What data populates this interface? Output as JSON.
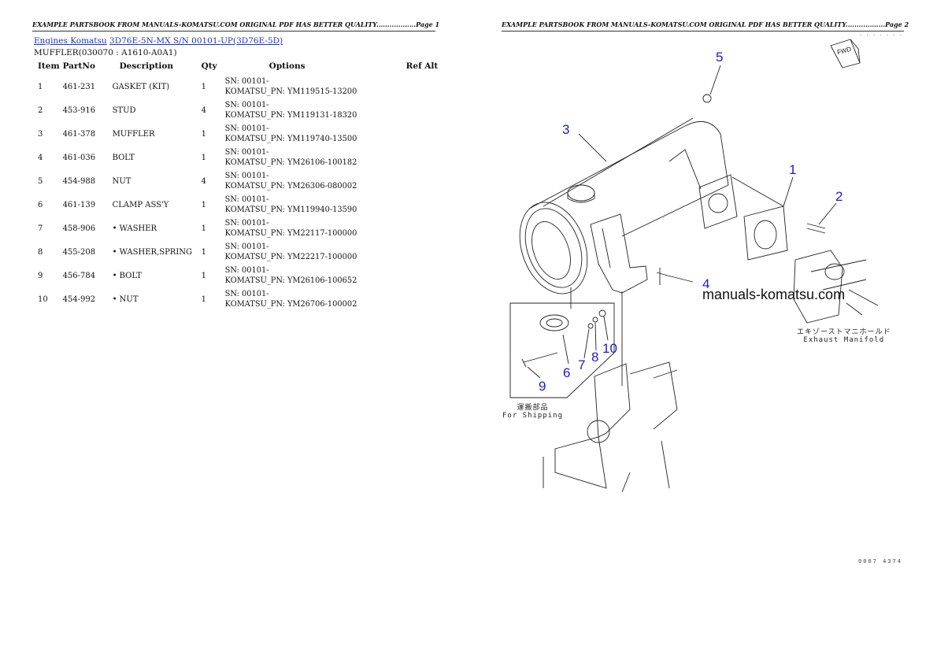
{
  "page1": {
    "header": "EXAMPLE PARTSBOOK FROM MANUALS-KOMATSU.COM ORIGINAL PDF HAS BETTER QUALITY..................Page 1",
    "breadcrumb": {
      "link1": "Engines Komatsu",
      "link2": "3D76E-5N-MX S/N 00101-UP(3D76E-5D)"
    },
    "subtitle": "MUFFLER(030070 : A1610-A0A1)",
    "table": {
      "headers": [
        "Item",
        "PartNo",
        "Description",
        "Qty",
        "Options",
        "Ref Alt"
      ],
      "rows": [
        {
          "item": "1",
          "partno": "461-231",
          "desc": "GASKET (KIT)",
          "qty": "1",
          "sn": "SN: 00101-",
          "pn": "KOMATSU_PN: YM119515-13200"
        },
        {
          "item": "2",
          "partno": "453-916",
          "desc": "STUD",
          "qty": "4",
          "sn": "SN: 00101-",
          "pn": "KOMATSU_PN: YM119131-18320"
        },
        {
          "item": "3",
          "partno": "461-378",
          "desc": "MUFFLER",
          "qty": "1",
          "sn": "SN: 00101-",
          "pn": "KOMATSU_PN: YM119740-13500"
        },
        {
          "item": "4",
          "partno": "461-036",
          "desc": "BOLT",
          "qty": "1",
          "sn": "SN: 00101-",
          "pn": "KOMATSU_PN: YM26106-100182"
        },
        {
          "item": "5",
          "partno": "454-988",
          "desc": "NUT",
          "qty": "4",
          "sn": "SN: 00101-",
          "pn": "KOMATSU_PN: YM26306-080002"
        },
        {
          "item": "6",
          "partno": "461-139",
          "desc": "CLAMP ASS'Y",
          "qty": "1",
          "sn": "SN: 00101-",
          "pn": "KOMATSU_PN: YM119940-13590"
        },
        {
          "item": "7",
          "partno": "458-906",
          "desc": "• WASHER",
          "qty": "1",
          "sn": "SN: 00101-",
          "pn": "KOMATSU_PN: YM22117-100000"
        },
        {
          "item": "8",
          "partno": "455-208",
          "desc": "• WASHER,SPRING",
          "qty": "1",
          "sn": "SN: 00101-",
          "pn": "KOMATSU_PN: YM22217-100000"
        },
        {
          "item": "9",
          "partno": "456-784",
          "desc": "• BOLT",
          "qty": "1",
          "sn": "SN: 00101-",
          "pn": "KOMATSU_PN: YM26106-100652"
        },
        {
          "item": "10",
          "partno": "454-992",
          "desc": "• NUT",
          "qty": "1",
          "sn": "SN: 00101-",
          "pn": "KOMATSU_PN: YM26706-100002"
        }
      ]
    }
  },
  "page2": {
    "header": "EXAMPLE PARTSBOOK FROM MANUALS-KOMATSU.COM ORIGINAL PDF HAS BETTER QUALITY..................Page 2",
    "watermark": "manuals-komatsu.com",
    "fwd_label": "FWD",
    "exhaust_label_jp": "エキゾーストマニホールド",
    "exhaust_label_en": "Exhaust Manifold",
    "shipping_label_jp": "運搬部品",
    "shipping_label_en": "For Shipping",
    "figure_number": "0007 4374",
    "callouts": [
      "1",
      "2",
      "3",
      "4",
      "5",
      "6",
      "7",
      "8",
      "9",
      "10"
    ],
    "callout_color": "#1a1ad8"
  }
}
